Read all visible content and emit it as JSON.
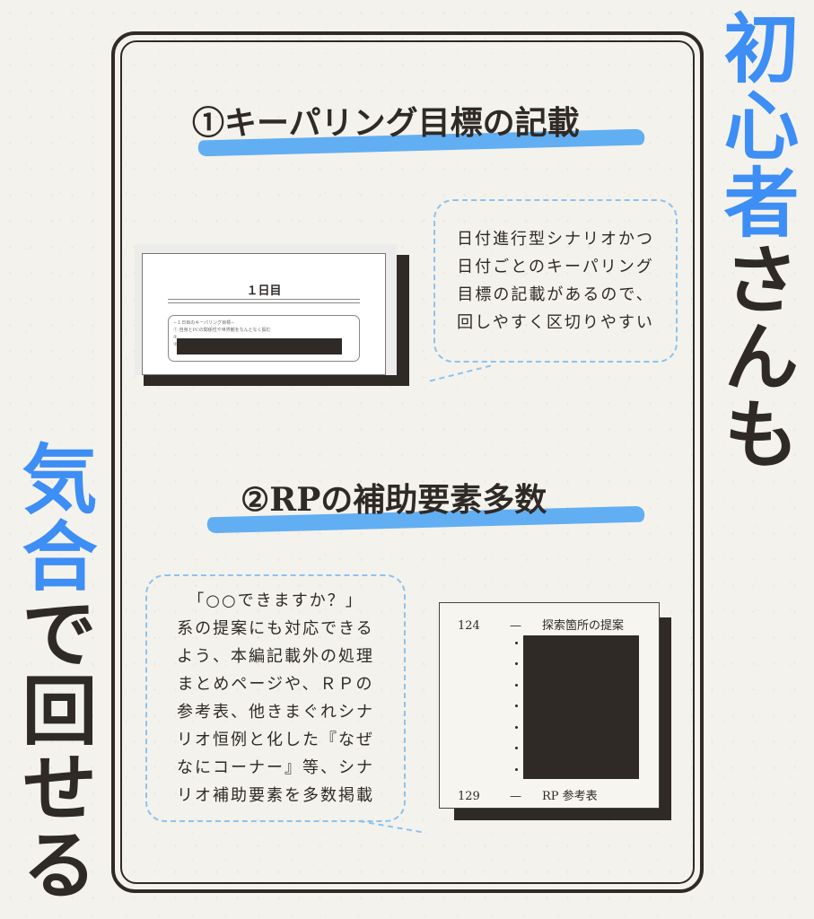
{
  "side_text": {
    "right": {
      "highlight": "初心者",
      "rest": "さんも"
    },
    "left": {
      "highlight": "気合",
      "rest": "で回せる"
    }
  },
  "colors": {
    "accent": "#3d8ef5",
    "highlight_stroke": "#5aaaf2",
    "ink": "#2f2a26",
    "bubble_border": "#8cc3f0"
  },
  "section1": {
    "heading": "①キーパリング目標の記載",
    "bubble": "日付進行型シナリオかつ\n日付ごとのキーパリング\n目標の記載があるので、\n回しやすく区切りやすい",
    "doc": {
      "title": "１日目",
      "box_heading": "−１日目のキーパリング目標−",
      "items": [
        "① 自身とPCの関係性や世界観をなんとなく掴む",
        "②",
        "③"
      ]
    }
  },
  "section2": {
    "heading": "②RPの補助要素多数",
    "bubble": "「○○できますか？」\n系の提案にも対応できる\nよう、本編記載外の処理\nまとめページや、ＲＰの\n参考表、他きまぐれシナ\nリオ恒例と化した『なぜ\nなにコーナー』等、シナ\nリオ補助要素を多数掲載",
    "doc": {
      "rows": [
        {
          "page": "124",
          "dash": "—",
          "label": "探索箇所の提案"
        },
        {
          "page": "129",
          "dash": "—",
          "label": "RP 参考表"
        }
      ]
    }
  }
}
